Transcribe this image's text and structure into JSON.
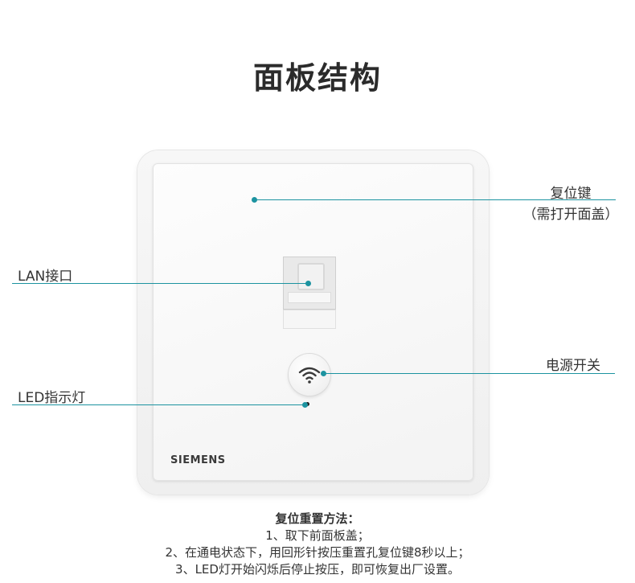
{
  "title": "面板结构",
  "brand": "SIEMENS",
  "callouts": {
    "reset_key": {
      "line1": "复位键",
      "line2": "（需打开面盖）"
    },
    "lan_port": "LAN接口",
    "power_switch": "电源开关",
    "led_indicator": "LED指示灯"
  },
  "instructions": {
    "heading": "复位重置方法：",
    "steps": [
      "1、取下前面板盖；",
      "2、在通电状态下，用回形针按压重置孔复位键8秒以上；",
      "3、LED灯开始闪烁后停止按压，即可恢复出厂设置。"
    ]
  },
  "colors": {
    "accent": "#1c93a0",
    "text": "#333333",
    "background": "#ffffff"
  },
  "icons": {
    "power_button": "wifi-icon",
    "lan_port": "ethernet-port-icon"
  }
}
